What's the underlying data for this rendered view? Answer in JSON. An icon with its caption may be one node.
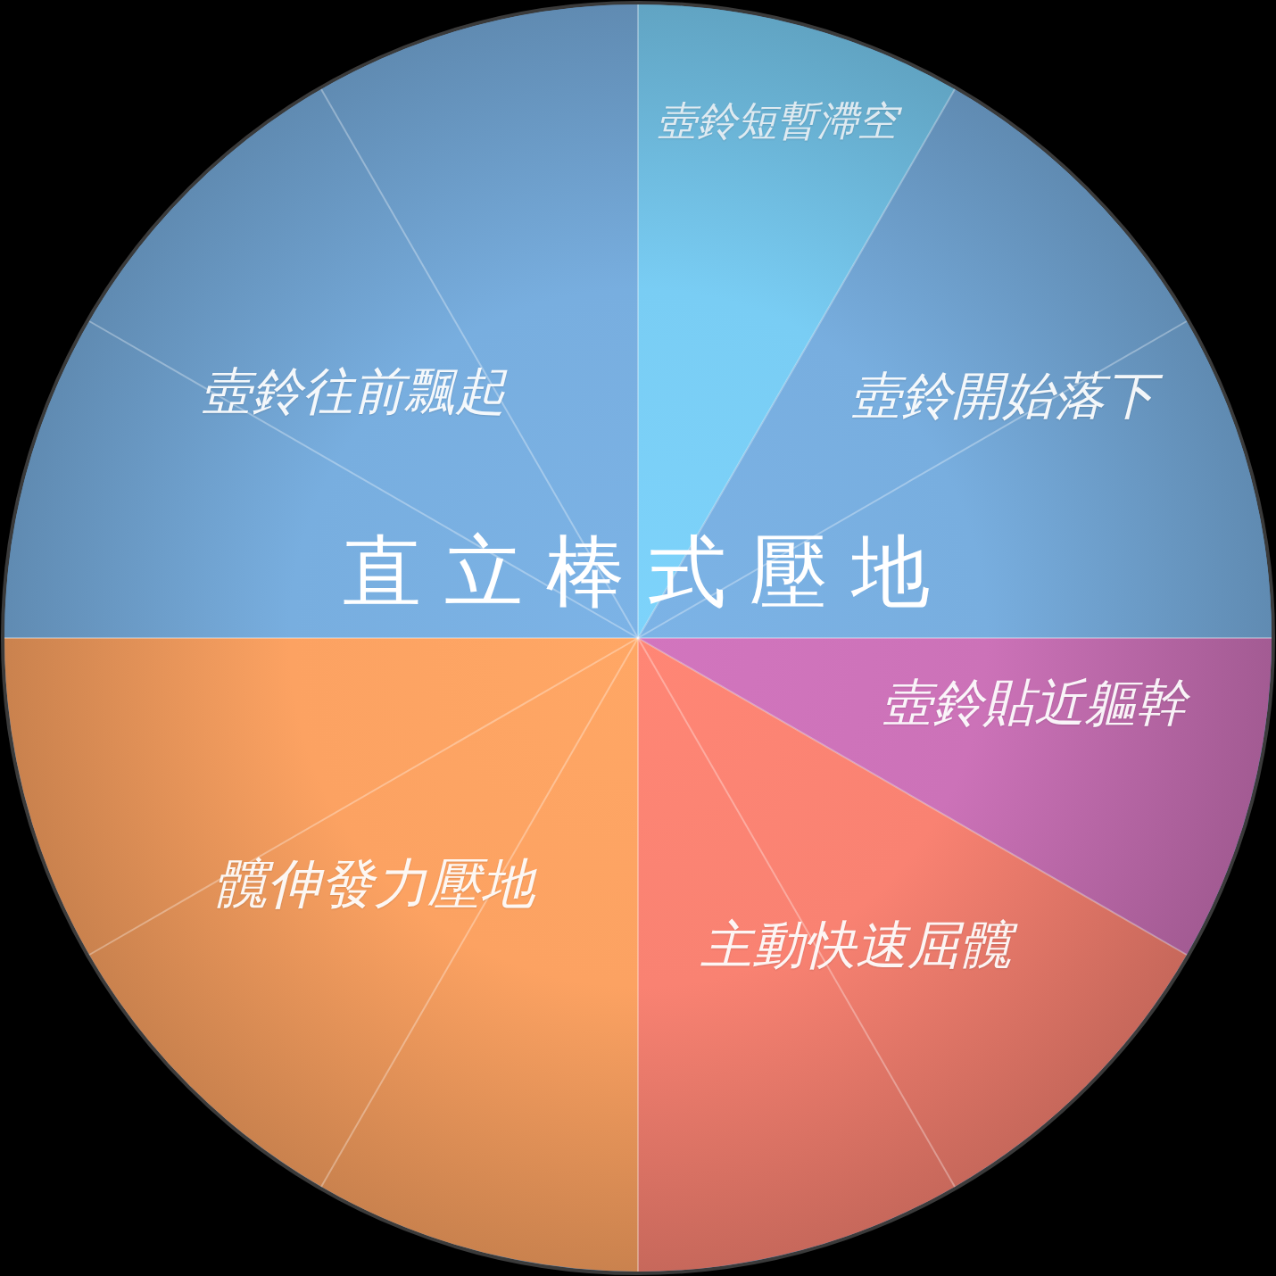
{
  "diagram": {
    "nodes": [
      {
        "text": [
          "壺鈴短暫滯空"
        ]
      },
      {
        "text": [
          "壺鈴往前飄起"
        ]
      },
      {
        "text": [
          "壺鈴開始落下"
        ]
      },
      {
        "text": [
          "壺鈴貼近軀幹"
        ]
      },
      {
        "text": [
          "髖伸發力壓地"
        ]
      },
      {
        "text": [
          "主動快速屈髖"
        ]
      }
    ],
    "labels": [
      "直立棒式壓地"
    ]
  }
}
